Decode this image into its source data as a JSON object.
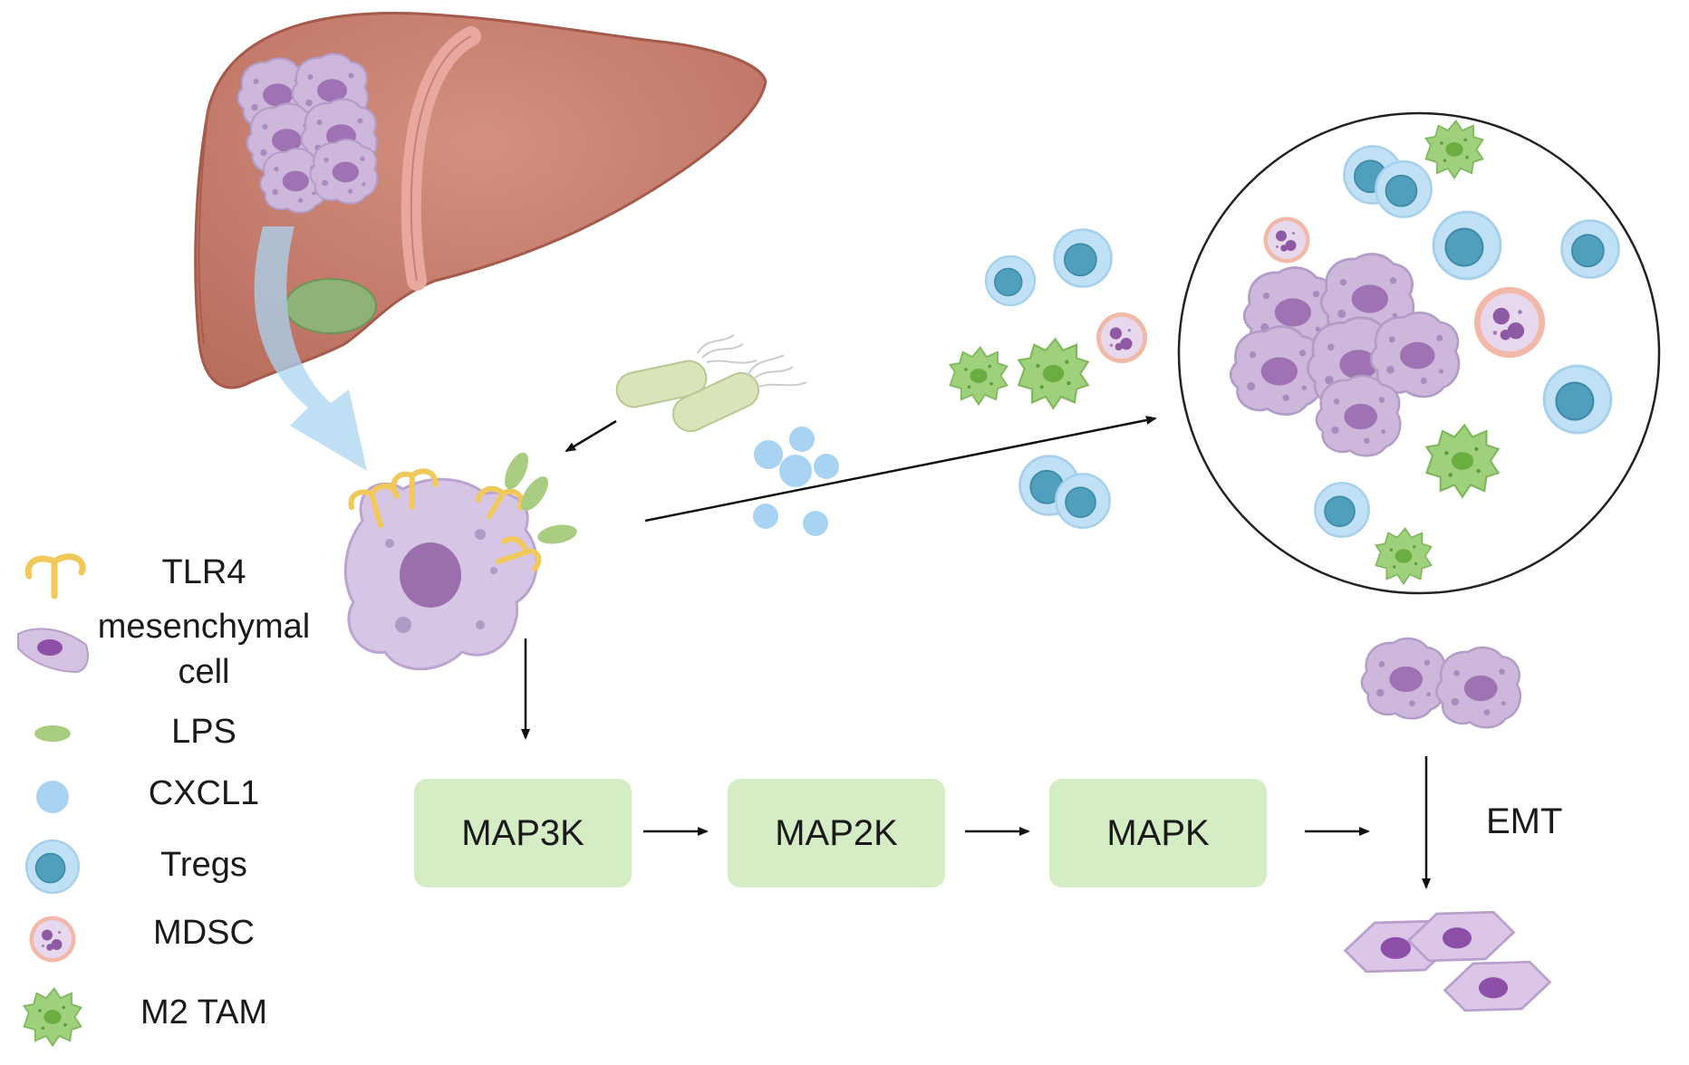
{
  "legend": {
    "tlr4": "TLR4",
    "mesenchymal_line1": "mesenchymal",
    "mesenchymal_line2": "cell",
    "lps": "LPS",
    "cxcl1": "CXCL1",
    "tregs": "Tregs",
    "mdsc": "MDSC",
    "m2tam": "M2 TAM"
  },
  "pathway": {
    "map3k": "MAP3K",
    "map2k": "MAP2K",
    "mapk": "MAPK"
  },
  "emt": "EMT",
  "colors": {
    "pathway_box": "#d4edc4",
    "liver": "#c98070",
    "tumor_cell": "#c9b3d9",
    "nucleus": "#9b6fae",
    "treg_outer": "#b9dcf2",
    "treg_inner": "#4a9bb8",
    "lps": "#a8cc80",
    "tlr4": "#f2d070",
    "mdsc_ring": "#e8a090",
    "m2tam": "#8fc86a"
  }
}
